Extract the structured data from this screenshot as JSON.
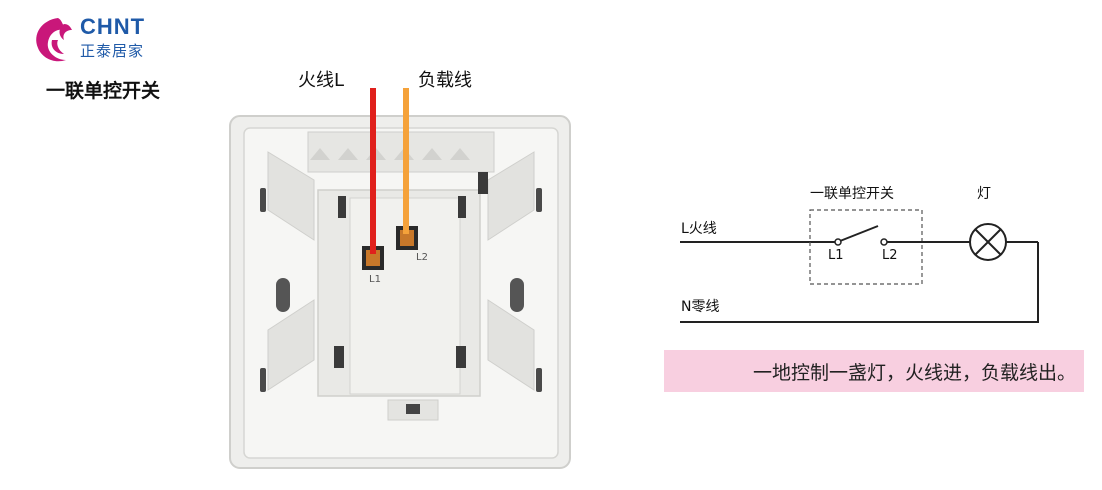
{
  "brand": {
    "name_en": "CHNT",
    "name_cn": "正泰居家",
    "colors": {
      "primary": "#1f5aa8",
      "accent": "#c9177a"
    }
  },
  "page_title": "一联单控开关",
  "photo": {
    "wire_labels": {
      "live": "火线L",
      "load": "负载线"
    },
    "terminal_labels": {
      "l1": "L1",
      "l2": "L2"
    },
    "wire_colors": {
      "live": "#e0201c",
      "load": "#f5a23a"
    }
  },
  "diagram": {
    "switch_title": "一联单控开关",
    "lamp_title": "灯",
    "live_line": "L火线",
    "neutral_line": "N零线",
    "terminal_l1": "L1",
    "terminal_l2": "L2"
  },
  "caption": {
    "text": "一地控制一盏灯，火线进，负载线出。",
    "background": "#f8cfe0"
  }
}
